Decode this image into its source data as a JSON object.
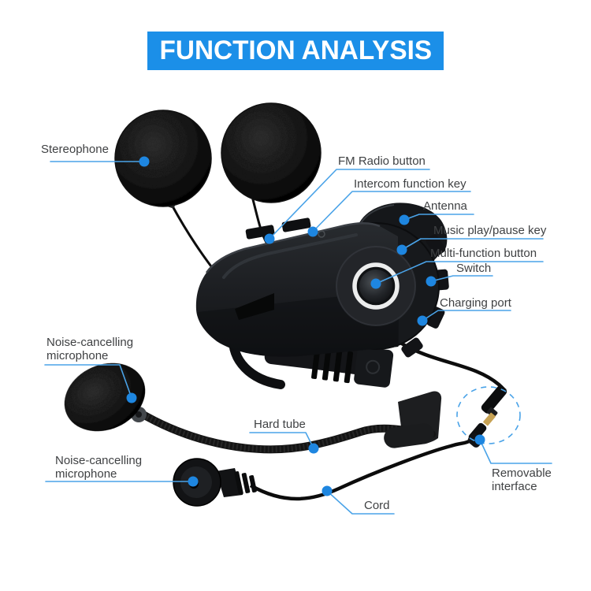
{
  "title": {
    "text": "FUNCTION ANALYSIS"
  },
  "colors": {
    "banner_bg": "#1b8fe8",
    "line_blue": "#4aa3e8",
    "dot_blue": "#1e86e0",
    "label_text": "#3f4143",
    "page_bg": "#ffffff"
  },
  "labels": {
    "stereophone": "Stereophone",
    "fm_radio_button": "FM Radio button",
    "intercom_function_key": "Intercom function key",
    "antenna": "Antenna",
    "music_play_pause_key": "Music play/pause key",
    "multi_function_button": "Multi-function button",
    "switch": "Switch",
    "charging_port": "Charging port",
    "noise_cancelling_mic_top_line1": "Noise-cancelling",
    "noise_cancelling_mic_top_line2": "microphone",
    "noise_cancelling_mic_bottom_line1": "Noise-cancelling",
    "noise_cancelling_mic_bottom_line2": "microphone",
    "hard_tube": "Hard tube",
    "cord": "Cord",
    "removable_interface_line1": "Removable",
    "removable_interface_line2": "interface"
  }
}
